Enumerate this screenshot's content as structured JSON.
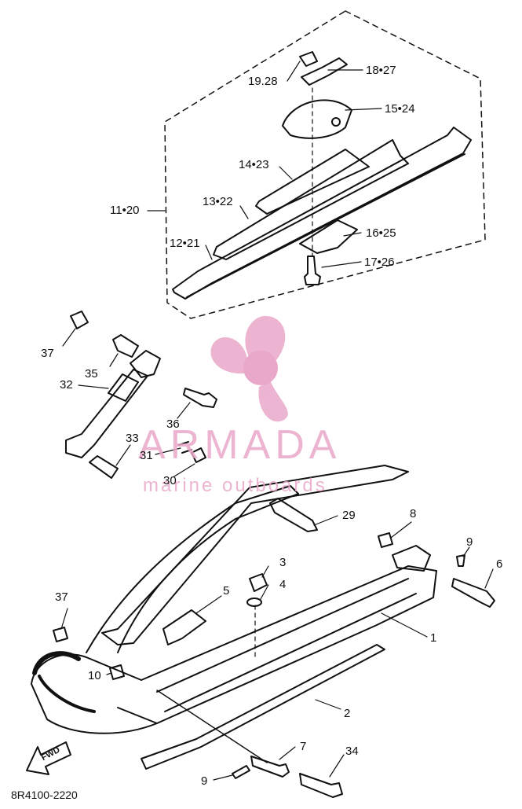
{
  "labels": {
    "p19_28": "19.28",
    "p18_27": "18•27",
    "p15_24": "15•24",
    "p14_23": "14•23",
    "p13_22": "13•22",
    "p11_20": "11•20",
    "p12_21": "12•21",
    "p16_25": "16•25",
    "p17_26": "17•26",
    "p37_top": "37",
    "p35": "35",
    "p32": "32",
    "p36": "36",
    "p33": "33",
    "p31": "31",
    "p30": "30",
    "p29": "29",
    "p8": "8",
    "p9_right": "9",
    "p6": "6",
    "p3": "3",
    "p4": "4",
    "p5": "5",
    "p37_bottom": "37",
    "p1": "1",
    "p10": "10",
    "p2": "2",
    "p7": "7",
    "p34": "34",
    "p9_bottom": "9"
  },
  "watermark": {
    "title": "ARMADA",
    "subtitle": "marine outboards"
  },
  "diagram_code": "8R4100-2220",
  "fwd_marker": "FWD",
  "colors": {
    "line": "#111111",
    "watermark": "#e9a8c9"
  }
}
